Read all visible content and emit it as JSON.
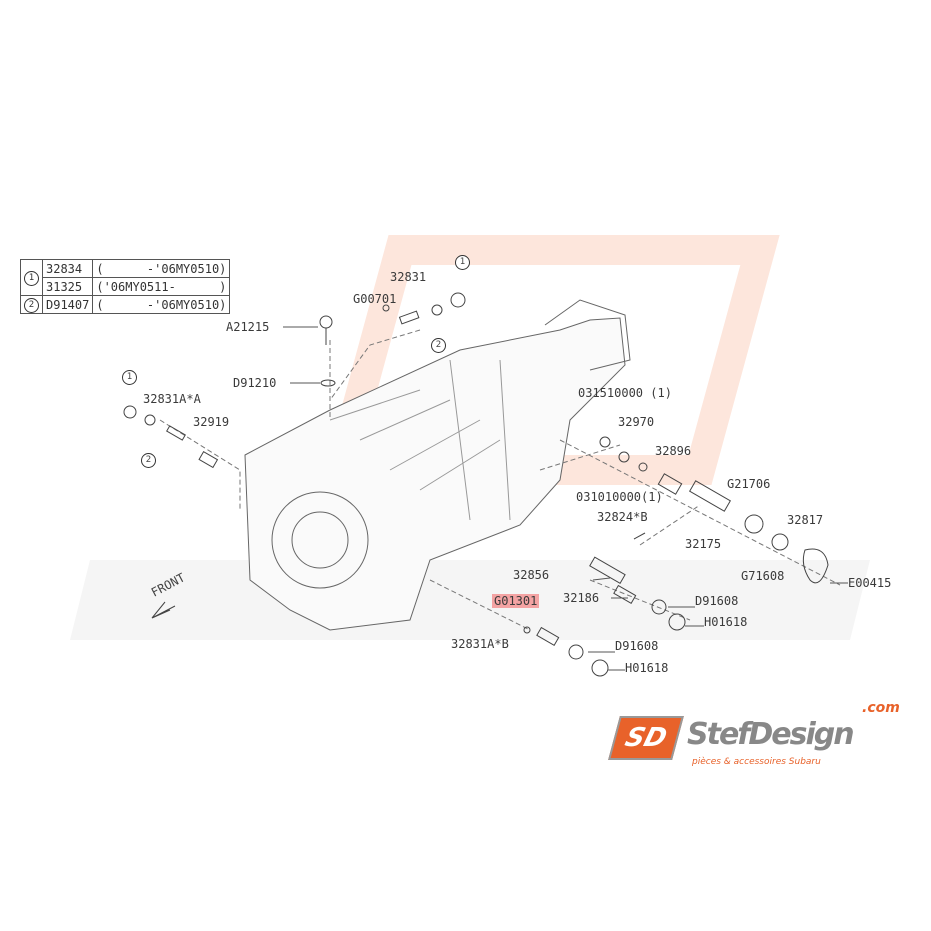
{
  "legend_table": {
    "rows": [
      {
        "marker": "1",
        "part": "32834",
        "range": "(      -'06MY0510)"
      },
      {
        "marker": "",
        "part": "31325",
        "range": "('06MY0511-      )"
      },
      {
        "marker": "2",
        "part": "D91407",
        "range": "(      -'06MY0510)"
      }
    ]
  },
  "callouts": {
    "c1a": "1",
    "c2a": "2",
    "c1b": "1",
    "c2b": "2"
  },
  "labels": {
    "p32831": "32831",
    "g00701": "G00701",
    "a21215": "A21215",
    "d91210": "D91210",
    "p32831aa": "32831A*A",
    "p32919": "32919",
    "p031510000": "031510000 (1)",
    "p32970": "32970",
    "p32896": "32896",
    "p031010000": "031010000(1)",
    "p32824b": "32824*B",
    "g21706": "G21706",
    "p32817": "32817",
    "p32175": "32175",
    "g71608": "G71608",
    "e00415": "E00415",
    "p32856": "32856",
    "p32186": "32186",
    "d91608a": "D91608",
    "h01618a": "H01618",
    "g01301": "G01301",
    "p32831ab": "32831A*B",
    "d91608b": "D91608",
    "h01618b": "H01618"
  },
  "front_label": "FRONT",
  "watermark": {
    "brand": "StefDesign",
    "tagline": "pièces & accessoires Subaru",
    "domain": ".com"
  },
  "logo": {
    "mark": "SD",
    "brand": "StefDesign",
    "domain": ".com",
    "tagline": "pièces & accessoires Subaru",
    "accent": "#e8622a"
  }
}
